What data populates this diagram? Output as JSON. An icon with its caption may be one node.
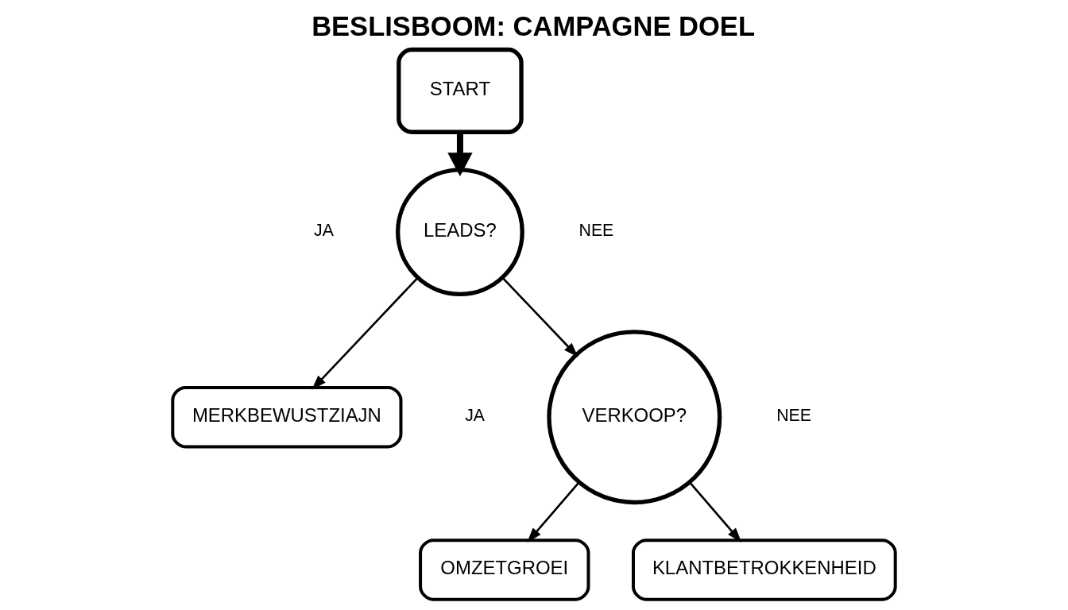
{
  "diagram": {
    "title": "BESLISBOOM: CAMPAGNE DOEL",
    "nodes": [
      {
        "text": [
          "START"
        ]
      },
      {
        "text": [
          "LEADS?"
        ]
      },
      {
        "text": [
          "MERKBEWUSTZIAJN"
        ]
      },
      {
        "text": [
          "VERKOOP?"
        ]
      },
      {
        "text": [
          "OMZETGROEI"
        ]
      },
      {
        "text": [
          "KLANTBETROKKENHEID"
        ]
      }
    ],
    "edges": [
      {
        "from": 0,
        "to": 1,
        "arrow": "to",
        "style": "thick"
      },
      {
        "from": 1,
        "to": 2,
        "arrow": "to"
      },
      {
        "from": 1,
        "to": 3,
        "arrow": "to"
      },
      {
        "from": 3,
        "to": 4,
        "arrow": "to"
      },
      {
        "from": 3,
        "to": 5,
        "arrow": "to"
      }
    ],
    "labels": [
      "JA",
      "NEE",
      "JA",
      "NEE"
    ]
  }
}
